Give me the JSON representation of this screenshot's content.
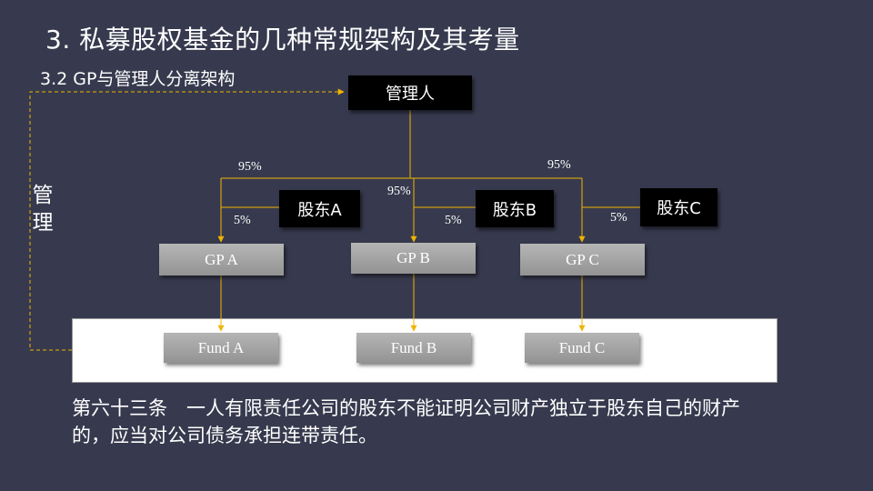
{
  "header": {
    "title": "3. 私募股权基金的几种常规架构及其考量",
    "subtitle": "3.2 GP与管理人分离架构"
  },
  "side_label": "管\n理",
  "nodes": {
    "manager": "管理人",
    "shareholder_a": "股东A",
    "shareholder_b": "股东B",
    "shareholder_c": "股东C",
    "gp_a": "GP A",
    "gp_b": "GP  B",
    "gp_c": "GP  C",
    "fund_a": "Fund A",
    "fund_b": "Fund B",
    "fund_c": "Fund C"
  },
  "percentages": {
    "manager_to_gp_a": "95%",
    "manager_to_gp_b": "95%",
    "manager_to_gp_c": "95%",
    "a_to_gp_a": "5%",
    "b_to_gp_b": "5%",
    "c_to_gp_c": "5%"
  },
  "body": {
    "text": "第六十三条　一人有限责任公司的股东不能证明公司财产独立于股东自己的财产的，应当对公司债务承担连带责任。"
  },
  "colors": {
    "background": "#373a4e",
    "connector": "#f0b400"
  }
}
